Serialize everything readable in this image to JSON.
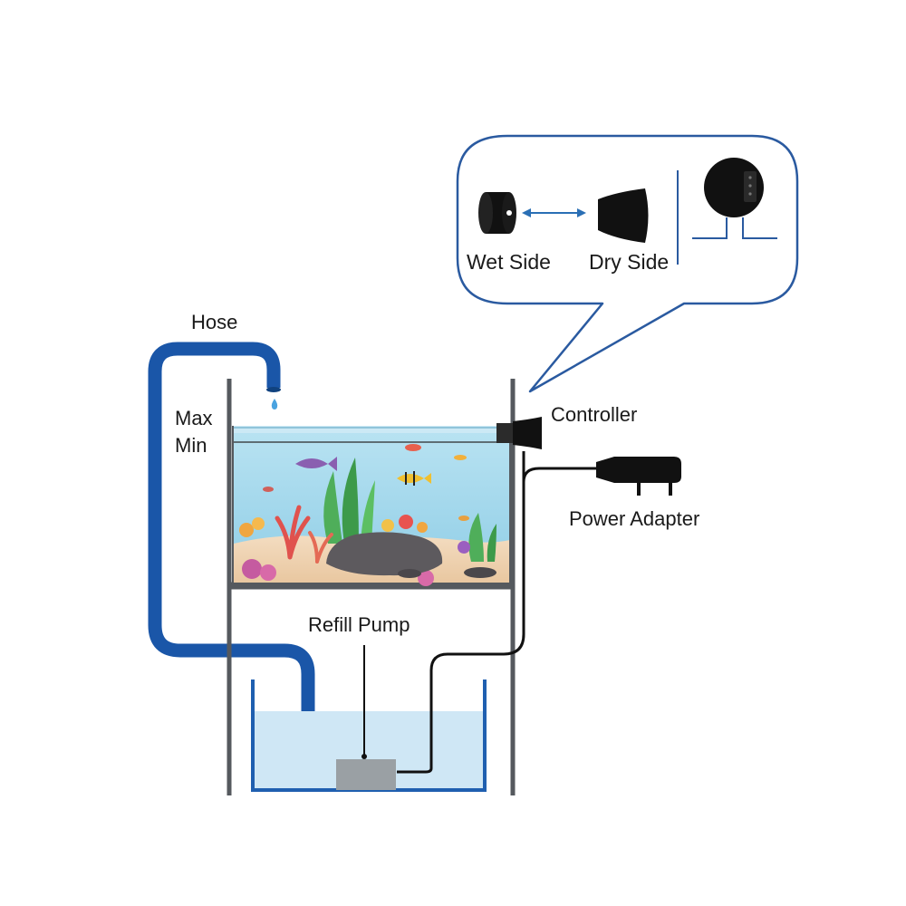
{
  "labels": {
    "hose": "Hose",
    "max": "Max",
    "min": "Min",
    "controller": "Controller",
    "power_adapter": "Power Adapter",
    "refill_pump": "Refill Pump",
    "wet_side": "Wet Side",
    "dry_side": "Dry Side"
  },
  "colors": {
    "hose_blue": "#1a56a8",
    "hose_light": "#8fb4df",
    "callout_border": "#2a5aa0",
    "arrow_blue": "#2a6fb5",
    "frame_gray": "#55595e",
    "reservoir_blue": "#1f5fb0",
    "reservoir_water": "#cfe7f5",
    "tank_water": "#a8d8ec",
    "pump_gray": "#9aa0a4",
    "cable": "#111111",
    "text": "#1a1a1a"
  },
  "icons": {
    "wet_side": "wet-side-sensor-icon",
    "dry_side": "dry-side-sensor-icon",
    "controller_side": "controller-side-view-icon",
    "controller": "controller-icon",
    "power_adapter": "power-adapter-icon",
    "pump": "refill-pump-icon"
  }
}
